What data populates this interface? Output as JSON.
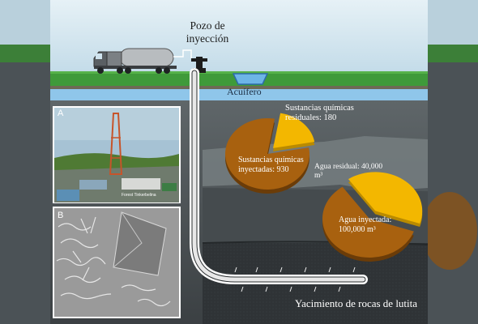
{
  "labels": {
    "well": "Pozo de inyección",
    "aquifer": "Acuífero",
    "shale": "Yacimiento de rocas de lutita",
    "panel_a": "A",
    "panel_b": "B",
    "photo_credit": "Forest Tinkerbelina"
  },
  "pies": [
    {
      "total_label": "Sustancias químicas inyectadas: 930",
      "part_label": "Sustancias químicas residuales: 180",
      "total": 930,
      "part": 180,
      "colors": {
        "total": "#a8610f",
        "part": "#f3b700"
      }
    },
    {
      "total_label": "Agua inyectada: 100,000 m³",
      "part_label": "Agua residual: 40,000 m³",
      "total": 100000,
      "part": 40000,
      "colors": {
        "total": "#a8610f",
        "part": "#f3b700"
      }
    }
  ],
  "colors": {
    "sky": "#cfe3ee",
    "grass": "#3f9a3a",
    "aquifer": "#8fc6ea",
    "rock": "#52595c",
    "shale": "#2d3134"
  }
}
